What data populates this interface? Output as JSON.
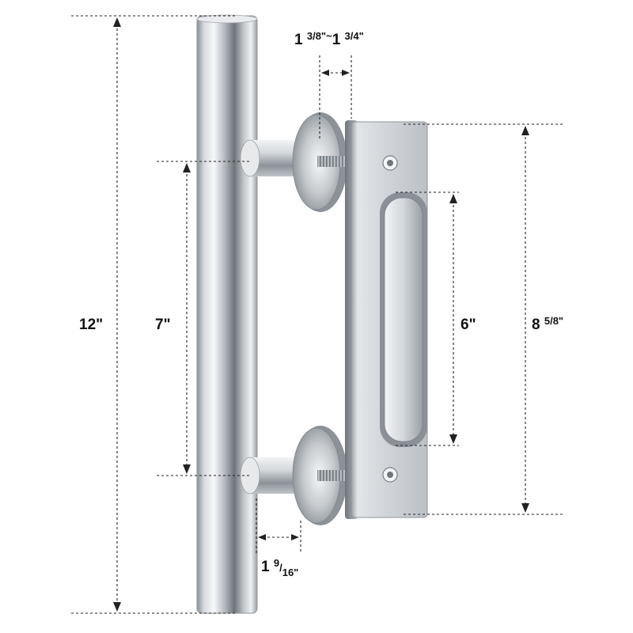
{
  "dimensions": {
    "overall_length": "12\"",
    "mount_spacing": "7\"",
    "slot_length": "6\"",
    "plate_height": {
      "whole": "8 ",
      "fraction": "5/8\""
    },
    "door_thickness": {
      "a_whole": "1 ",
      "a_fraction": "3/8\"~",
      "b_whole": "1 ",
      "b_fraction": "3/4\""
    },
    "standoff": {
      "whole": "1 ",
      "numerator": "9",
      "denominator": "16\""
    }
  },
  "colors": {
    "metal_light": "#f4f5f6",
    "metal_mid": "#c9cdd1",
    "metal_dark": "#7d8389",
    "dimension_line": "#222222",
    "text": "#111111"
  }
}
